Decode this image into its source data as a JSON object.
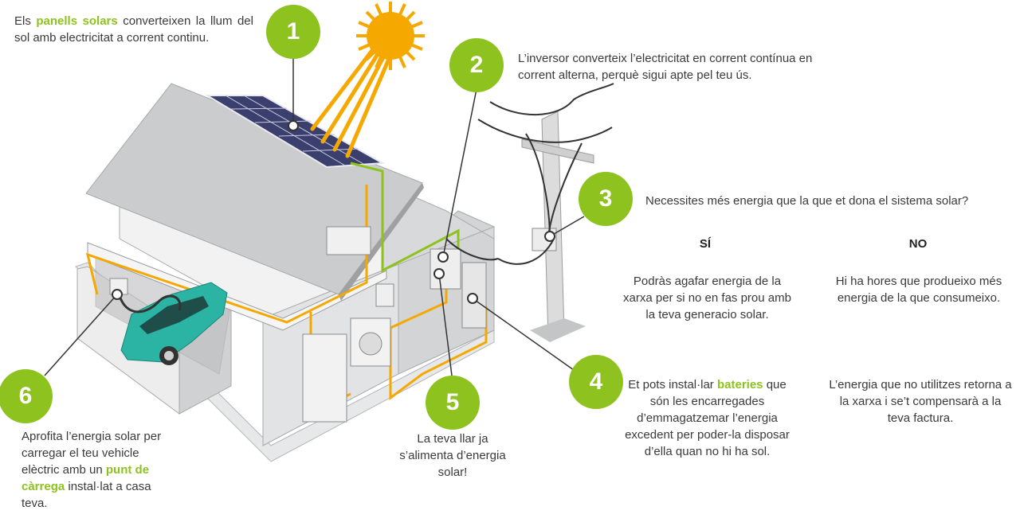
{
  "colors": {
    "accent": "#8dc21f",
    "sun": "#f5a800",
    "wire": "#f5a800",
    "wall": "#d9dadb",
    "roof": "#c9cacb"
  },
  "steps": [
    {
      "number": "1",
      "text_before": "Els ",
      "highlight": "panells solars",
      "text_after": " converteixen la llum del sol amb electricitat a corrent continu."
    },
    {
      "number": "2",
      "text": "L’inversor converteix l’electricitat en corrent contínua en corrent alterna, perquè sigui apte pel teu ús."
    },
    {
      "number": "3",
      "text": "Necessites més energia que la que et dona el sistema solar?"
    },
    {
      "number": "4",
      "text_before": "Et pots instal·lar ",
      "highlight": "bateries",
      "text_after": " que són les encarregades d’emmagatzemar l’energia excedent per poder-la disposar d’ella quan no hi ha sol."
    },
    {
      "number": "5",
      "text": "La teva llar ja s’alimenta d’energia solar!"
    },
    {
      "number": "6",
      "text_before": "Aprofita l’energia solar per carregar el teu vehicle elèctric amb un ",
      "highlight": "punt de càrrega",
      "text_after": " instal·lat a casa teva."
    }
  ],
  "answers": {
    "yes": {
      "label": "SÍ",
      "text": "Podràs agafar energia de la xarxa per si no en fas prou amb la teva generacio solar."
    },
    "no": {
      "label": "NO",
      "text": "Hi ha hores que produeixo més energia de la que consumeixo."
    }
  },
  "return_note": "L’energia que no utilitzes retorna a la xarxa i se’t compensarà a la teva factura."
}
